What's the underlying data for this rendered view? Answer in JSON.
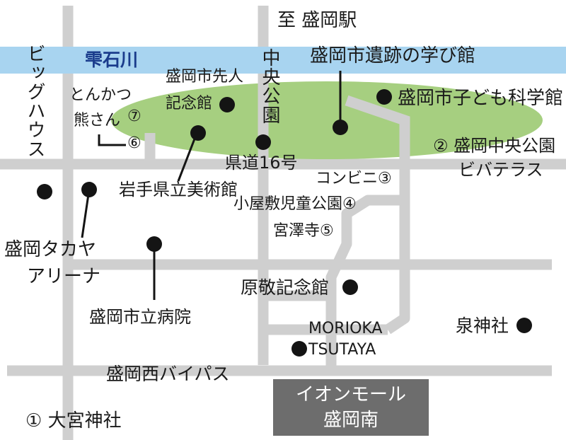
{
  "colors": {
    "river": "#a8d4f0",
    "park": "#a6cf80",
    "road": "#cfcfcf",
    "marker": "#141414",
    "mall": "#6d6d6d"
  },
  "labels": {
    "to_station": "至 盛岡駅",
    "river": "雫石川",
    "big_house": "ビッグハウス",
    "chuo_park": "中央公園",
    "iseki": "盛岡市遺跡の学び館",
    "kodomo": "盛岡市子ども科学館",
    "senjin": "盛岡市先人記念館",
    "senjin_line1": "盛岡市先人",
    "senjin_line2": "記念館",
    "tonkatsu_line1": "とんかつ",
    "tonkatsu_line2": "熊さん",
    "num7": "⑦",
    "num6": "⑥",
    "bijutsukan": "岩手県立美術館",
    "route16": "県道16号",
    "pivot_line1": "② 盛岡中央公園",
    "pivot_line2": "ビバテラス",
    "konbini": "コンビニ③",
    "koyashiki": "小屋敷児童公園④",
    "miyazawa": "宮澤寺⑤",
    "arena_line1": "盛岡タカヤ",
    "arena_line2": "アリーナ",
    "hara": "原敬記念館",
    "hospital": "盛岡市立病院",
    "tsutaya_line1": "MORIOKA",
    "tsutaya_line2": "TSUTAYA",
    "izumi": "泉神社",
    "bypass": "盛岡西バイパス",
    "omiya": "① 大宮神社",
    "aeon_line1": "イオンモール",
    "aeon_line2": "盛岡南"
  }
}
